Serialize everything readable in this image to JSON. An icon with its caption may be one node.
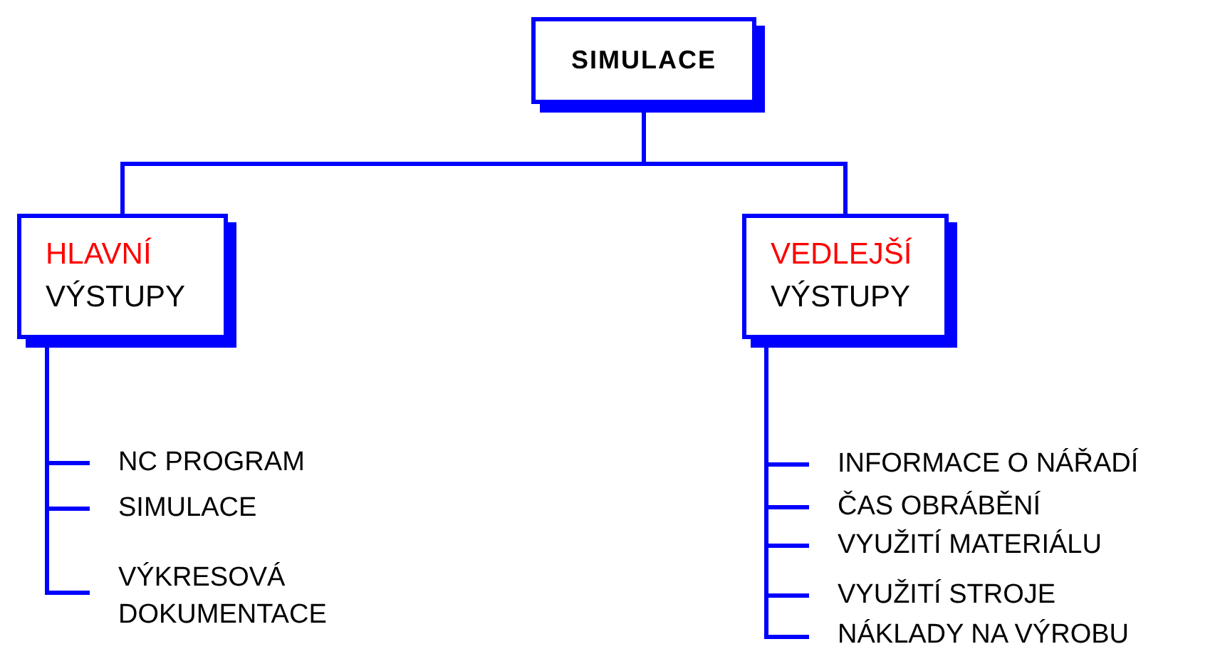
{
  "diagram": {
    "nodes": [
      {
        "text": [
          "SIMULACE"
        ]
      },
      {
        "text": [
          "HLAVNÍ",
          "VÝSTUPY"
        ]
      },
      {
        "text": [
          "VEDLEJŠÍ",
          "VÝSTUPY"
        ]
      },
      {
        "text": [
          "NC PROGRAM"
        ]
      },
      {
        "text": [
          "SIMULACE"
        ]
      },
      {
        "text": [
          "VÝKRESOVÁ DOKUMENTACE"
        ]
      },
      {
        "text": [
          "INFORMACE O NÁŘADÍ"
        ]
      },
      {
        "text": [
          "ČAS OBRÁBĚNÍ"
        ]
      },
      {
        "text": [
          "VYUŽITÍ MATERIÁLU"
        ]
      },
      {
        "text": [
          "VYUŽITÍ STROJE"
        ]
      },
      {
        "text": [
          "NÁKLADY NA VÝROBU"
        ]
      }
    ],
    "edges": [
      {
        "from": 0,
        "to": 1,
        "arrow": "none"
      },
      {
        "from": 0,
        "to": 2,
        "arrow": "none"
      },
      {
        "from": 1,
        "to": 3,
        "arrow": "none"
      },
      {
        "from": 1,
        "to": 4,
        "arrow": "none"
      },
      {
        "from": 1,
        "to": 5,
        "arrow": "none"
      },
      {
        "from": 2,
        "to": 6,
        "arrow": "none"
      },
      {
        "from": 2,
        "to": 7,
        "arrow": "none"
      },
      {
        "from": 2,
        "to": 8,
        "arrow": "none"
      },
      {
        "from": 2,
        "to": 9,
        "arrow": "none"
      },
      {
        "from": 2,
        "to": 10,
        "arrow": "none"
      }
    ]
  }
}
